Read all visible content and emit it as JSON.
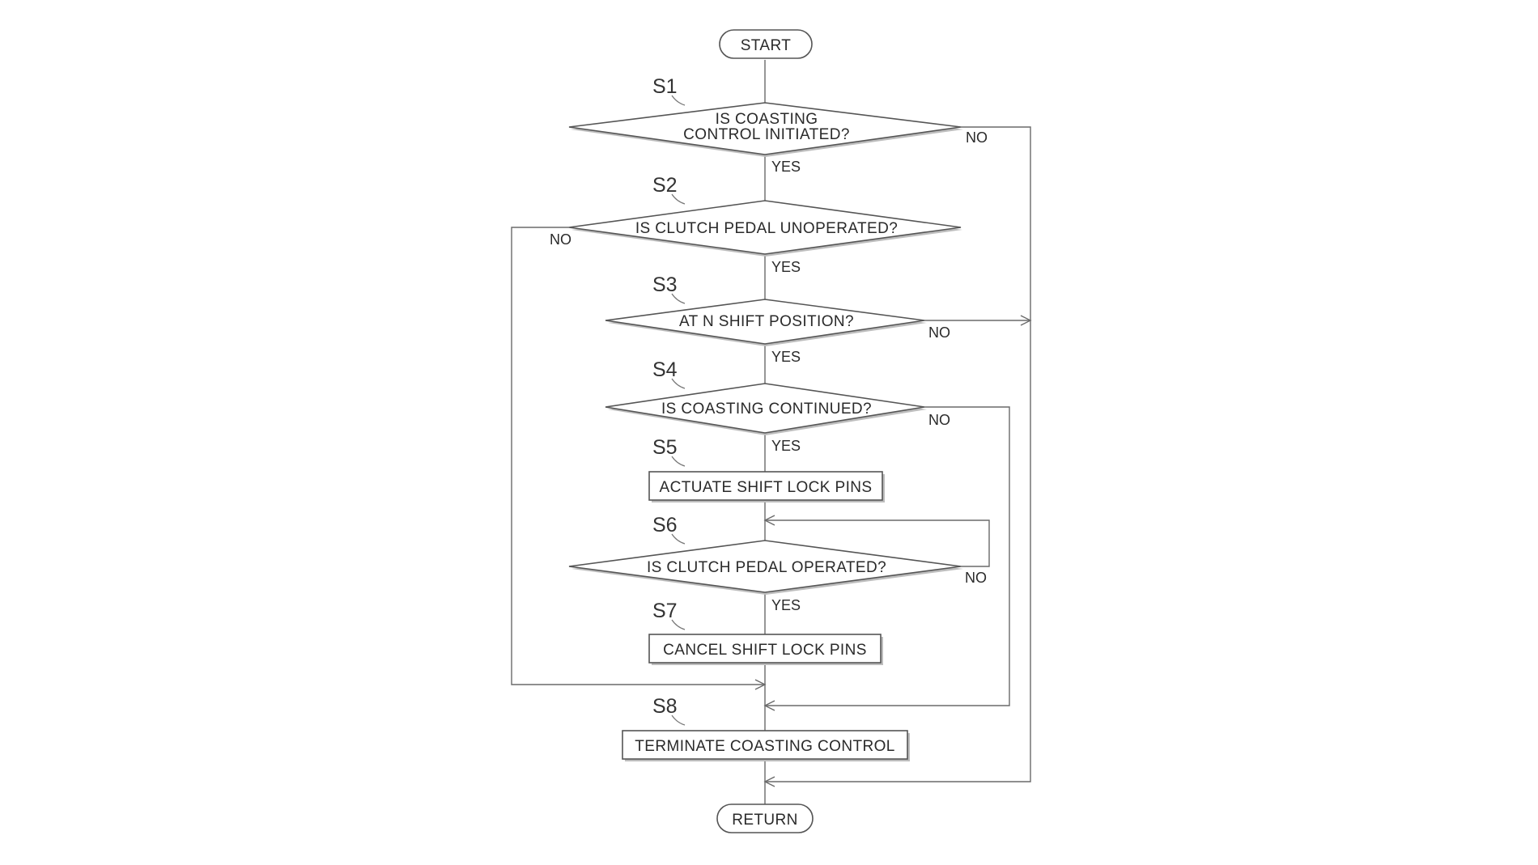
{
  "flowchart": {
    "terminals": {
      "start": "START",
      "return": "RETURN"
    },
    "steps": [
      {
        "id": "S1",
        "lines": [
          "IS COASTING",
          "CONTROL INITIATED?"
        ],
        "yes": "YES",
        "no": "NO"
      },
      {
        "id": "S2",
        "lines": [
          "IS CLUTCH PEDAL UNOPERATED?"
        ],
        "yes": "YES",
        "no": "NO"
      },
      {
        "id": "S3",
        "lines": [
          "AT N SHIFT POSITION?"
        ],
        "yes": "YES",
        "no": "NO"
      },
      {
        "id": "S4",
        "lines": [
          "IS COASTING CONTINUED?"
        ],
        "yes": "YES",
        "no": "NO"
      },
      {
        "id": "S5",
        "lines": [
          "ACTUATE SHIFT LOCK PINS"
        ]
      },
      {
        "id": "S6",
        "lines": [
          "IS CLUTCH PEDAL OPERATED?"
        ],
        "yes": "YES",
        "no": "NO"
      },
      {
        "id": "S7",
        "lines": [
          "CANCEL SHIFT LOCK PINS"
        ]
      },
      {
        "id": "S8",
        "lines": [
          "TERMINATE COASTING CONTROL"
        ]
      }
    ]
  }
}
